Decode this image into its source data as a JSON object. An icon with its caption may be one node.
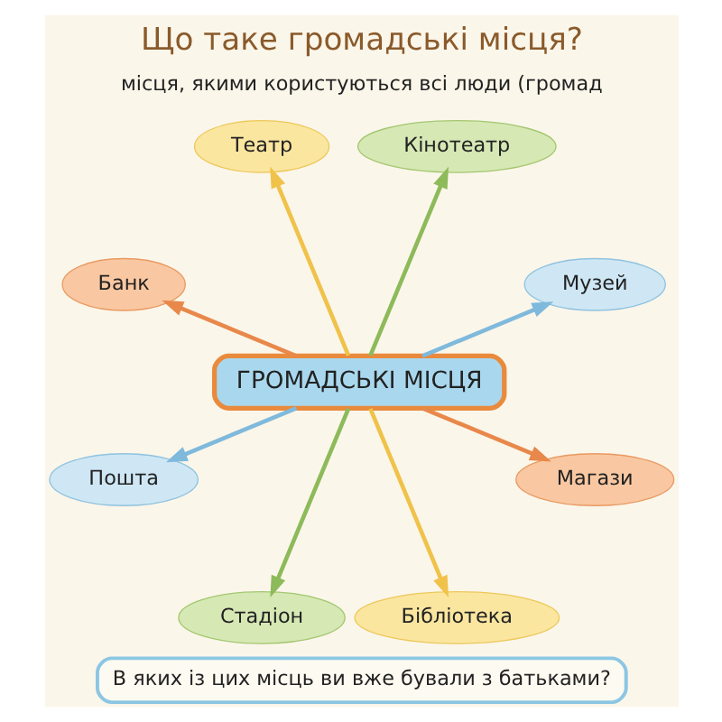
{
  "diagram": {
    "title": "Що таке громадські місця?",
    "nodes": [
      {
        "text": [
          "ГРОМАДСЬКІ МІСЦЯ"
        ]
      },
      {
        "text": [
          "Театр"
        ]
      },
      {
        "text": [
          "Банк"
        ]
      },
      {
        "text": [
          "Пошта"
        ]
      },
      {
        "text": [
          "Стадіон"
        ]
      },
      {
        "text": [
          "Кінотеатр"
        ]
      },
      {
        "text": [
          "Музей"
        ]
      },
      {
        "text": [
          "Магази"
        ]
      },
      {
        "text": [
          "Бібліотека"
        ]
      },
      {
        "text": [
          "В яких із цих місць ви вже бували з батьками?"
        ]
      }
    ],
    "edges": [
      {
        "from": 0,
        "to": 1,
        "arrow": "to",
        "color": "#f0c24a"
      },
      {
        "from": 0,
        "to": 2,
        "arrow": "to",
        "color": "#e8884a"
      },
      {
        "from": 0,
        "to": 3,
        "arrow": "to",
        "color": "#7fb9dc"
      },
      {
        "from": 0,
        "to": 4,
        "arrow": "to",
        "color": "#8dba5a"
      },
      {
        "from": 0,
        "to": 5,
        "arrow": "to",
        "color": "#8dba5a"
      },
      {
        "from": 0,
        "to": 6,
        "arrow": "to",
        "color": "#7fb9dc"
      },
      {
        "from": 0,
        "to": 7,
        "arrow": "to",
        "color": "#e8884a"
      },
      {
        "from": 0,
        "to": 8,
        "arrow": "to",
        "color": "#f0c24a"
      }
    ],
    "labels": [
      "місця, якими користуються всі люди (громад"
    ]
  }
}
